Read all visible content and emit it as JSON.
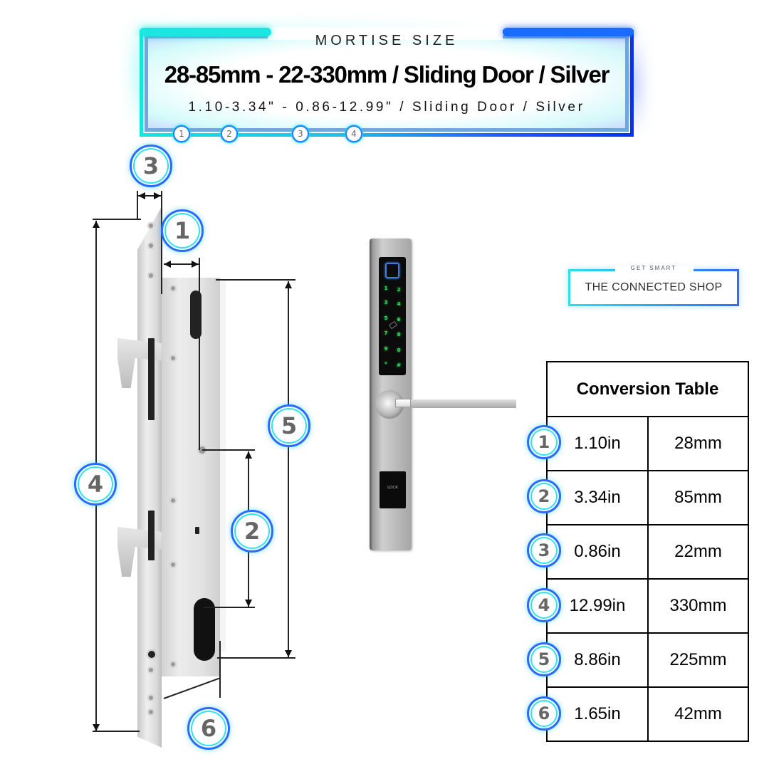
{
  "header": {
    "label": "MORTISE SIZE",
    "title_metric": "28-85mm - 22-330mm / Sliding Door / Silver",
    "title_imperial": "1.10-3.34\" - 0.86-12.99\" / Sliding Door / Silver",
    "mini_badges": [
      "1",
      "2",
      "3",
      "4"
    ],
    "frame_colors": {
      "left": "#11e6df",
      "right": "#0033ff",
      "inner": "#6fa8dc"
    }
  },
  "diagram": {
    "mortise_badges": {
      "b1": "1",
      "b2": "2",
      "b3": "3",
      "b4": "4",
      "b5": "5",
      "b6": "6"
    },
    "smart_lock": {
      "keypad_keys": [
        "1",
        "2",
        "3",
        "4",
        "5",
        "6",
        "7",
        "8",
        "9",
        "0",
        "*",
        "#"
      ],
      "lock_button_label": "LOCK",
      "key_color": "#2fe05a",
      "sensor_color": "#3d7dd8"
    }
  },
  "logo": {
    "tagline": "GET SMART",
    "name": "THE CONNECTED SHOP"
  },
  "conversion_table": {
    "title": "Conversion Table",
    "rows": [
      {
        "id": "1",
        "inches": "1.10in",
        "mm": "28mm"
      },
      {
        "id": "2",
        "inches": "3.34in",
        "mm": "85mm"
      },
      {
        "id": "3",
        "inches": "0.86in",
        "mm": "22mm"
      },
      {
        "id": "4",
        "inches": "12.99in",
        "mm": "330mm"
      },
      {
        "id": "5",
        "inches": "8.86in",
        "mm": "225mm"
      },
      {
        "id": "6",
        "inches": "1.65in",
        "mm": "42mm"
      }
    ]
  }
}
